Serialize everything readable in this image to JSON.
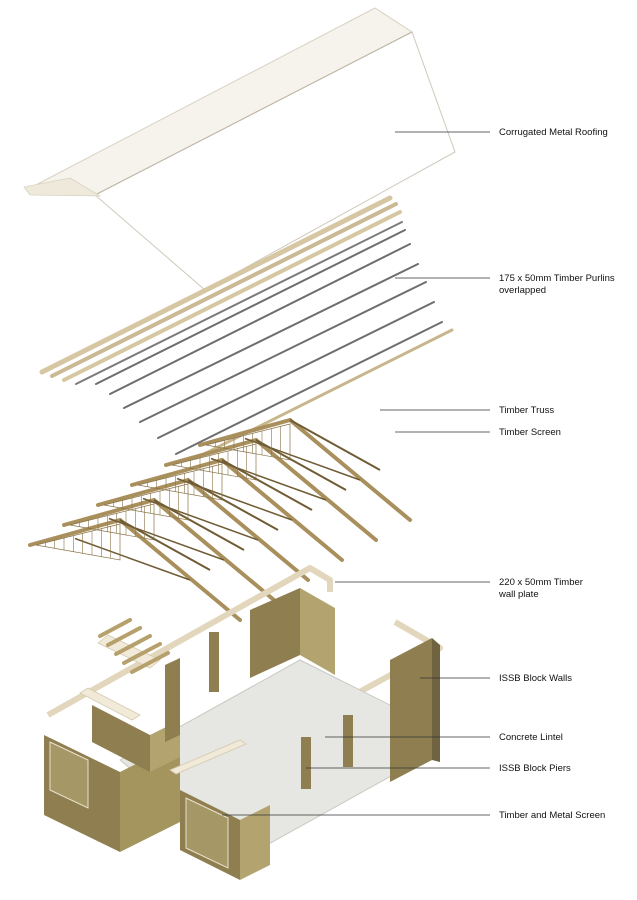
{
  "labels": {
    "roofing": "Corrugated Metal Roofing",
    "purlins_line1": "175 x 50mm Timber Purlins",
    "purlins_line2": "overlapped",
    "truss": "Timber Truss",
    "screen": "Timber Screen",
    "wallplate_line1": "220 x 50mm  Timber",
    "wallplate_line2": "wall plate",
    "walls": "ISSB Block Walls",
    "lintel": "Concrete Lintel",
    "piers": "ISSB Block Piers",
    "metal_screen": "Timber and Metal Screen"
  },
  "colors": {
    "timber": "#a88f5c",
    "timber_dark": "#6f5b34",
    "block_wall": "#8e7e50",
    "block_wall_light": "#b3a46f",
    "roof": "#f6f3ec",
    "floor": "#e6e6e2",
    "lintel": "#f1ead8",
    "leader": "#333333"
  }
}
